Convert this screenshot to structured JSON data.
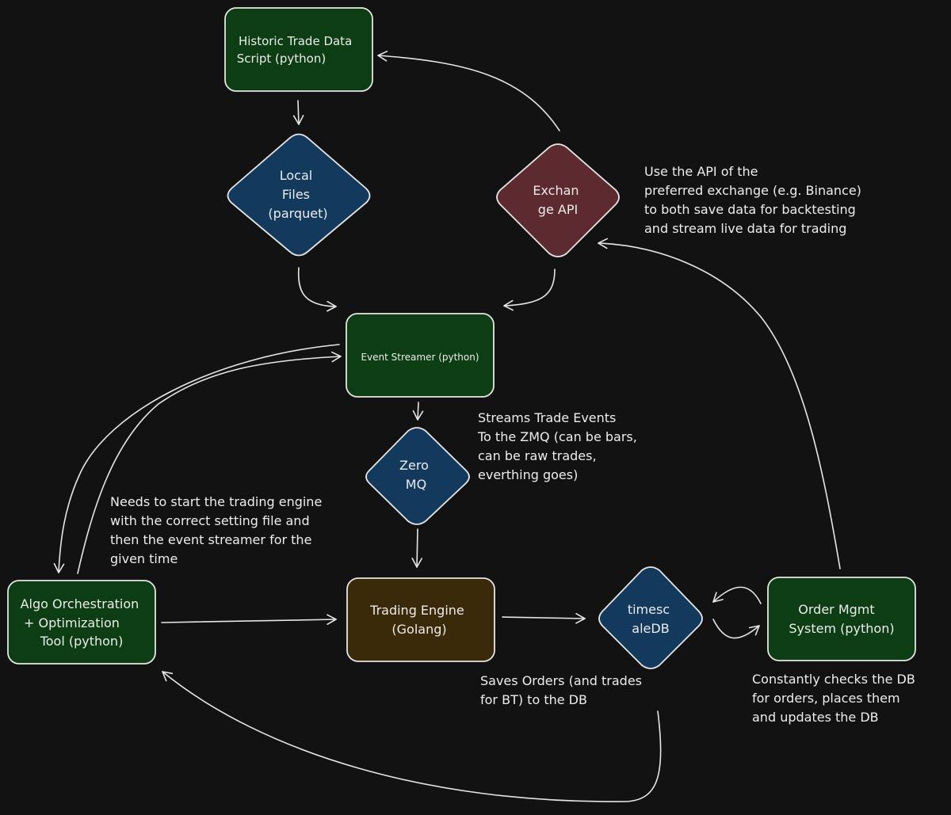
{
  "diagram": {
    "background": "#121212",
    "colors": {
      "python_node": "#0d3d12",
      "storage_node": "#13395c",
      "exchange_node": "#5c2a2f",
      "engine_node": "#3b2a0a",
      "stroke": "#e6e6e6"
    },
    "nodes": {
      "historic": {
        "lines": [
          "Historic Trade Data",
          "Script (python)"
        ]
      },
      "local_files": {
        "lines": [
          "Local",
          "Files",
          "(parquet)"
        ]
      },
      "exchange_api": {
        "lines": [
          "Exchan",
          "ge API"
        ]
      },
      "event_streamer": {
        "lines": [
          "Event Streamer (python)"
        ]
      },
      "zeromq": {
        "lines": [
          "Zero",
          "MQ"
        ]
      },
      "algo": {
        "lines": [
          "Algo Orchestration",
          "+ Optimization",
          "Tool (python)"
        ]
      },
      "trading_engine": {
        "lines": [
          "Trading Engine",
          "(Golang)"
        ]
      },
      "timescaledb": {
        "lines": [
          "timesc",
          "aleDB"
        ]
      },
      "oms": {
        "lines": [
          "Order Mgmt",
          "System (python)"
        ]
      }
    },
    "annotations": {
      "exchange_note": [
        "Use the API of the",
        "preferred exchange (e.g. Binance)",
        "to both save data for backtesting",
        "and stream live data for trading"
      ],
      "streams_note": [
        "Streams Trade Events",
        "To the ZMQ (can be bars,",
        "can be raw trades,",
        "everthing goes)"
      ],
      "orchestration_note": [
        "Needs to start the trading engine",
        "with the correct setting file and",
        "then the event streamer for the",
        "given time"
      ],
      "saves_note": [
        "Saves Orders (and trades",
        "for BT) to the DB"
      ],
      "oms_note": [
        "Constantly checks the DB",
        "for orders, places them",
        "and updates the DB"
      ]
    }
  }
}
